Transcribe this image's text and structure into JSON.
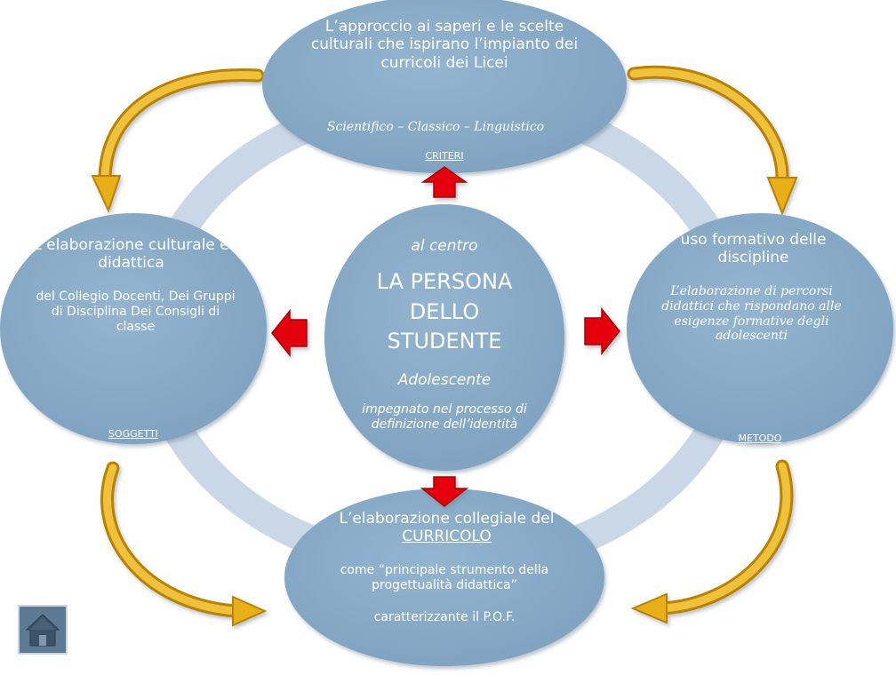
{
  "top": {
    "title": "L’approccio ai saperi e le scelte culturali che ispirano l’impianto dei curricoli dei Licei",
    "subtitle": "Scientifico – Classico – Linguistico",
    "tag": "CRITERI"
  },
  "left": {
    "title": "L’elaborazione culturale e didattica",
    "subtitle": "del Collegio Docenti, Dei Gruppi di Disciplina Dei Consigli di classe",
    "tag": "SOGGETTI"
  },
  "center": {
    "pre": "al centro",
    "title": "LA PERSONA DELLO STUDENTE",
    "sub": "Adolescente",
    "note": "impegnato nel processo di definizione dell’identità"
  },
  "right": {
    "title": "uso formativo delle discipline",
    "subtitle": "L’elaborazione di percorsi didattici che rispondano alle esigenze formative degli adolescenti",
    "tag": "METODO"
  },
  "bottom": {
    "title_pre": "L’elaborazione collegiale del",
    "title_link": "CURRICOLO",
    "subtitle": "come “principale strumento della progettualità didattica”",
    "note": "caratterizzante il P.O.F."
  },
  "colors": {
    "node": "#8aacc8",
    "ring": "#c9d7e6",
    "arrow_red": "#e4000f",
    "arrow_gold": "#e8b012",
    "home": "#5c7a94"
  },
  "icons": {
    "home": "home-icon"
  }
}
